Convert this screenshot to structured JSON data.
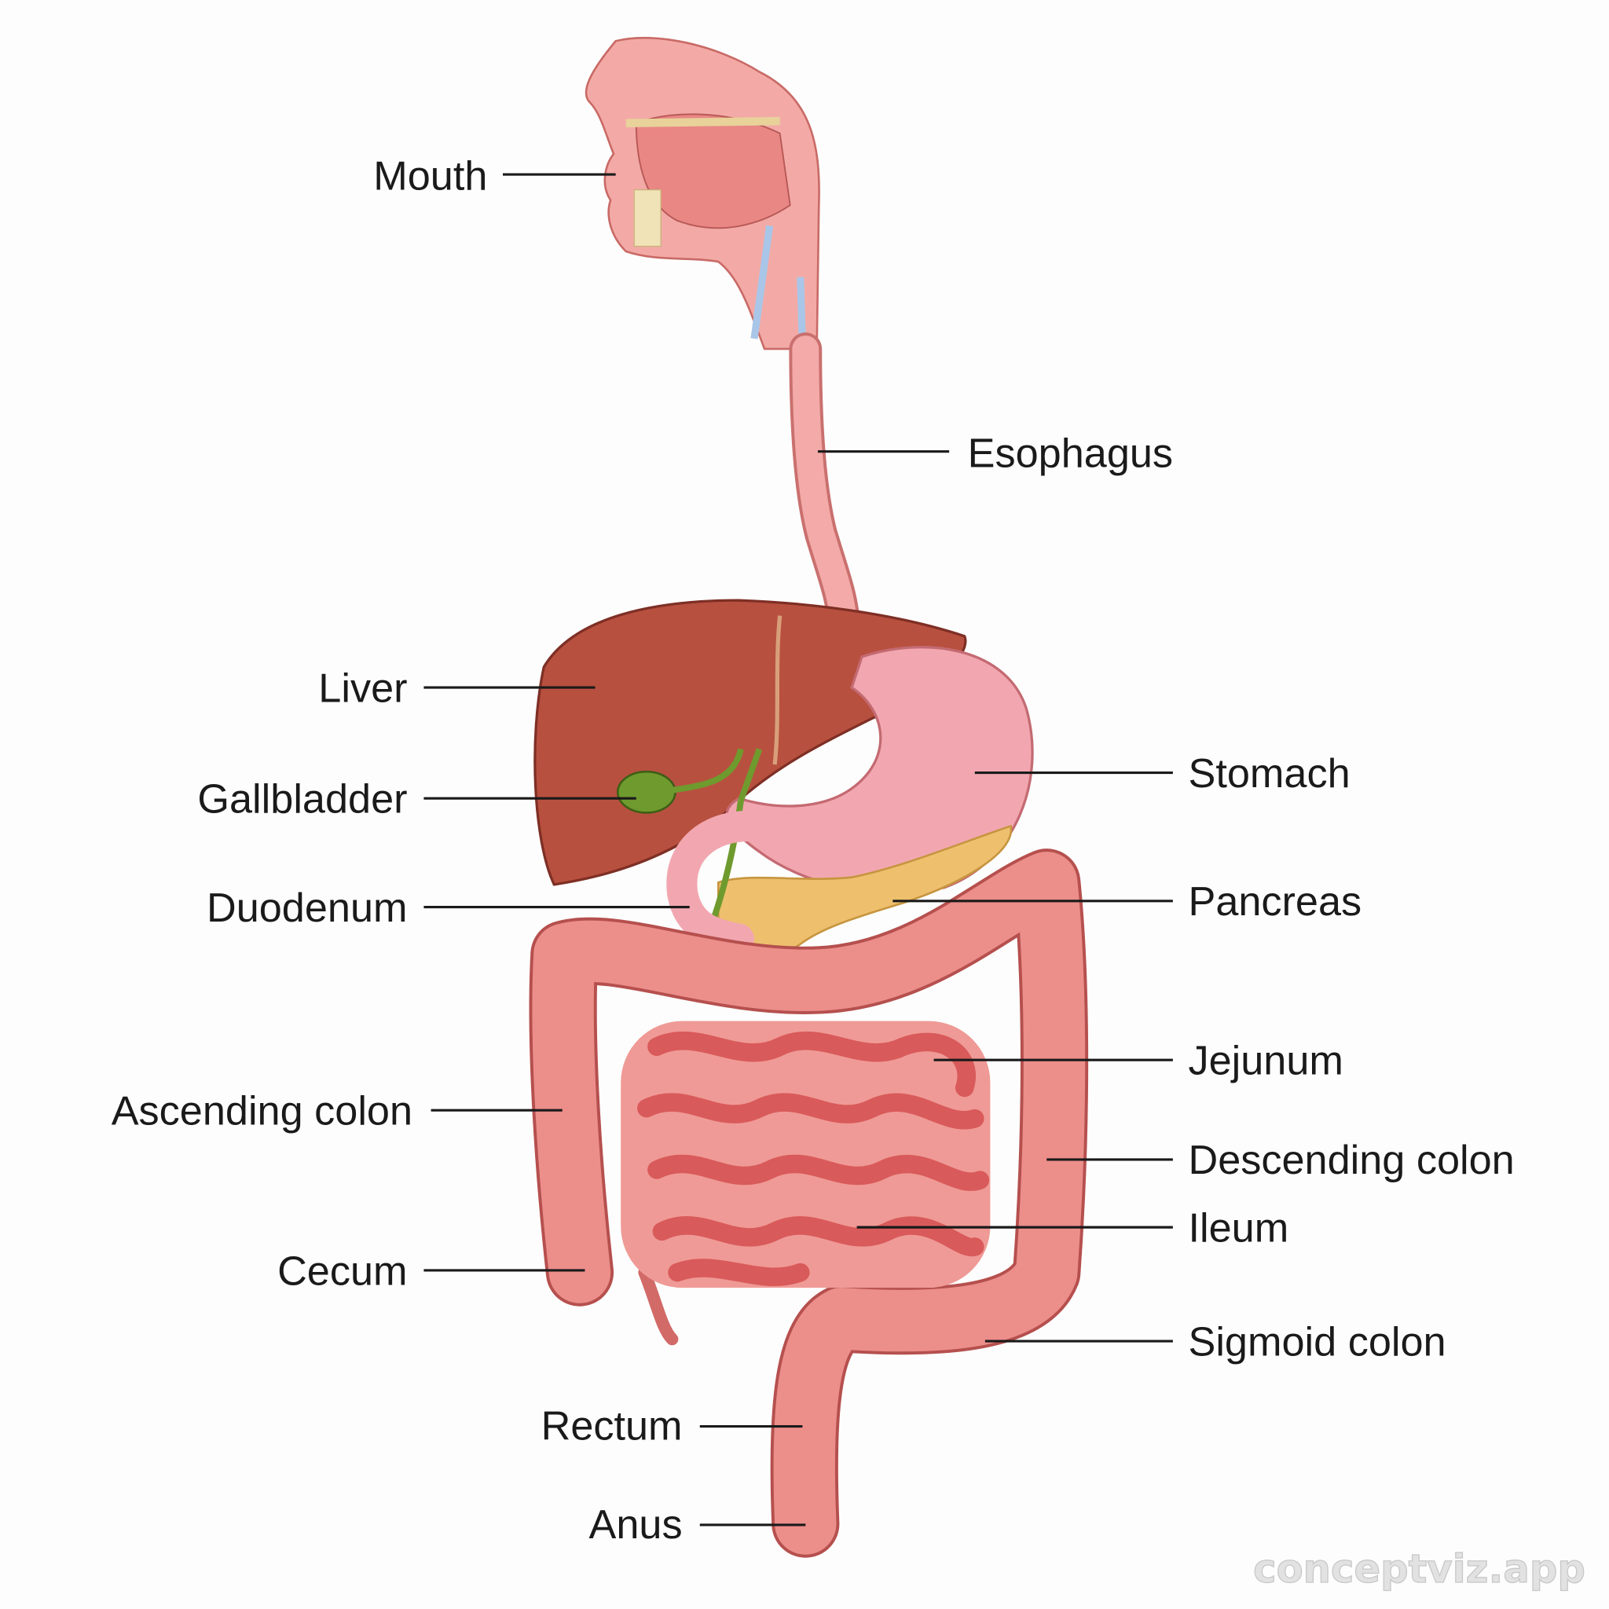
{
  "labels": {
    "mouth": "Mouth",
    "esophagus": "Esophagus",
    "liver": "Liver",
    "gallbladder": "Gallbladder",
    "duodenum": "Duodenum",
    "stomach": "Stomach",
    "pancreas": "Pancreas",
    "jejunum": "Jejunum",
    "ascending_colon": "Ascending colon",
    "descending_colon": "Descending colon",
    "ileum": "Ileum",
    "cecum": "Cecum",
    "sigmoid_colon": "Sigmoid colon",
    "rectum": "Rectum",
    "anus": "Anus"
  },
  "watermark": "conceptviz.app",
  "colors": {
    "tissue": "#f2a6a4",
    "liver": "#b8503f",
    "gallbladder": "#6f9a2e",
    "pancreas": "#eec06e",
    "colon": "#e98a86",
    "small_intestine": "#e26a68"
  }
}
